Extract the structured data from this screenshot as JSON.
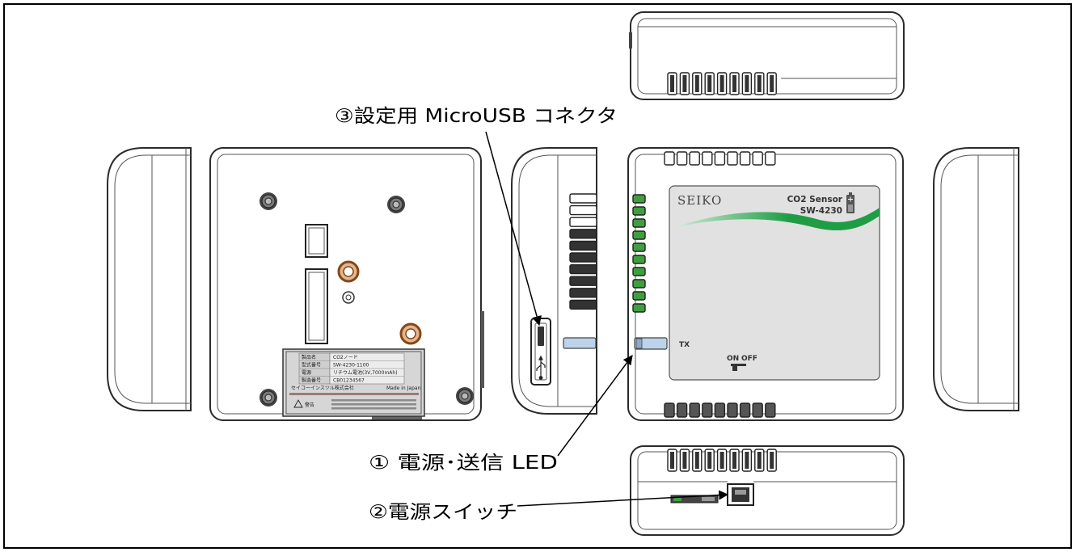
{
  "annotations": {
    "usb_connector": "③設定用 MicroUSB コネクタ",
    "power_led": "① 電源･送信 LED",
    "power_switch": "②電源スイッチ"
  },
  "front_label": {
    "brand": "SEIKO",
    "product": "CO2 Sensor",
    "model": "SW-4230",
    "tx": "TX",
    "on": "ON",
    "off": "OFF"
  },
  "nameplate": {
    "rows": [
      {
        "key": "製品名",
        "value": "CO2ノード"
      },
      {
        "key": "型式番号",
        "value": "SW-4230-1100"
      },
      {
        "key": "電源",
        "value": "リチウム電池(3V,7000mAh)"
      },
      {
        "key": "製造番号",
        "value": "CB01234567"
      }
    ],
    "maker": "セイコーインスツル株式会社",
    "origin": "Made in Japan",
    "warning": "警告"
  },
  "colors": {
    "accent_green": "#1f9d45",
    "accent_green_light": "#cfe9d6",
    "vent_green": "#3f9f3f",
    "led_blue": "#bcd3ea",
    "copper": "#8a4514",
    "copper_fill": "#dcb893",
    "label_panel": "#e1e1e1",
    "nameplate": "#d6d6d6"
  }
}
